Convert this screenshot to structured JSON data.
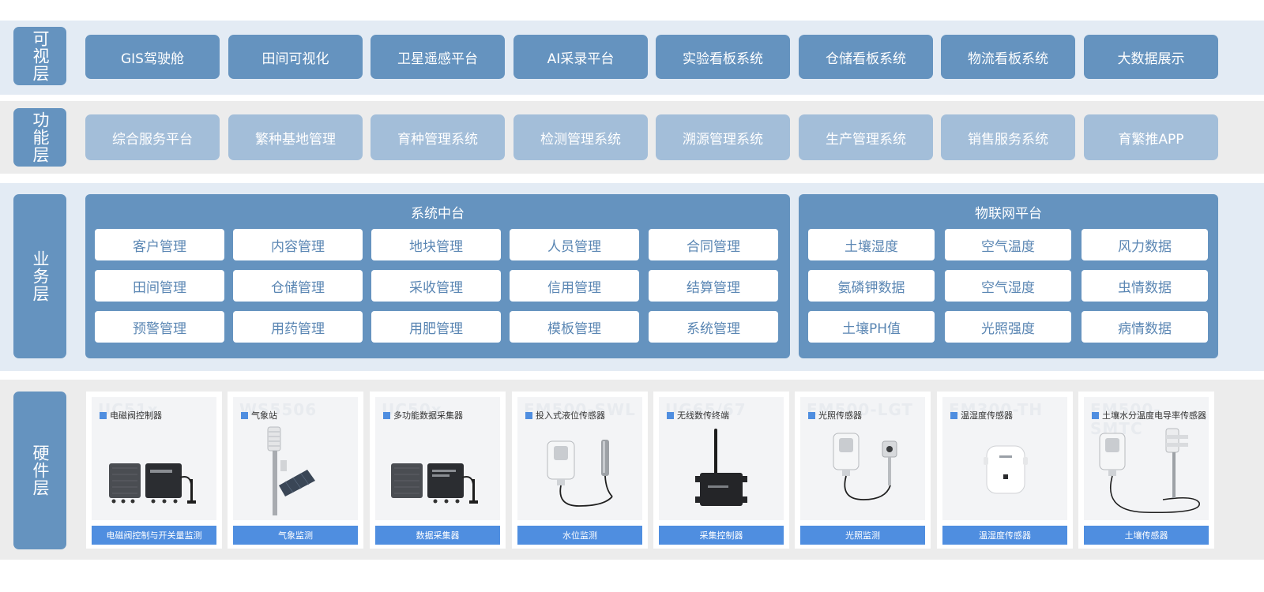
{
  "layers": {
    "visual": "可视层",
    "function": "功能层",
    "business": "业务层",
    "hardware": "硬件层"
  },
  "visual_items": [
    "GIS驾驶舱",
    "田间可视化",
    "卫星遥感平台",
    "AI采录平台",
    "实验看板系统",
    "仓储看板系统",
    "物流看板系统",
    "大数据展示"
  ],
  "function_items": [
    "综合服务平台",
    "繁种基地管理",
    "育种管理系统",
    "检测管理系统",
    "溯源管理系统",
    "生产管理系统",
    "销售服务系统",
    "育繁推APP"
  ],
  "system_platform": {
    "title": "系统中台",
    "items": [
      "客户管理",
      "内容管理",
      "地块管理",
      "人员管理",
      "合同管理",
      "田间管理",
      "仓储管理",
      "采收管理",
      "信用管理",
      "结算管理",
      "预警管理",
      "用药管理",
      "用肥管理",
      "模板管理",
      "系统管理"
    ]
  },
  "iot_platform": {
    "title": "物联网平台",
    "items": [
      "土壤湿度",
      "空气温度",
      "风力数据",
      "氨磷钾数据",
      "空气湿度",
      "虫情数据",
      "土壤PH值",
      "光照强度",
      "病情数据"
    ]
  },
  "hardware": [
    {
      "ghost": "UC51x",
      "title": "电磁阀控制器",
      "caption": "电磁阀控制与开关量监测",
      "icon": "valve-controller-image"
    },
    {
      "ghost": "WS5506",
      "title": "气象站",
      "caption": "气象监测",
      "icon": "weather-station-image"
    },
    {
      "ghost": "UC50x",
      "title": "多功能数据采集器",
      "caption": "数据采集器",
      "icon": "data-collector-image"
    },
    {
      "ghost": "EM500-SWL",
      "title": "投入式液位传感器",
      "caption": "水位监测",
      "icon": "level-sensor-image"
    },
    {
      "ghost": "UG65/67",
      "title": "无线数传终端",
      "caption": "采集控制器",
      "icon": "wireless-terminal-image"
    },
    {
      "ghost": "EM500-LGT",
      "title": "光照传感器",
      "caption": "光照监测",
      "icon": "light-sensor-image"
    },
    {
      "ghost": "EM300-TH",
      "title": "温湿度传感器",
      "caption": "温湿度传感器",
      "icon": "th-sensor-image"
    },
    {
      "ghost": "EM500-SMTC",
      "title": "土壤水分温度电导率传感器",
      "caption": "土壤传感器",
      "icon": "soil-sensor-image"
    }
  ]
}
